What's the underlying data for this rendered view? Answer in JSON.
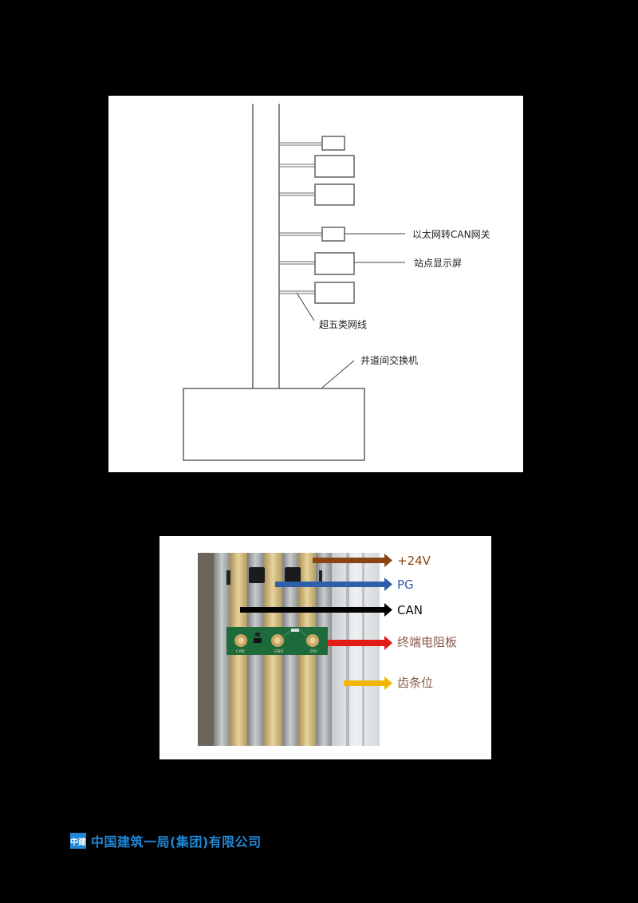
{
  "figure1": {
    "type": "network-topology-diagram",
    "labels": {
      "gateway": "以太网转CAN网关",
      "display": "站点显示屏",
      "cable": "超五类网线",
      "switch": "井道间交换机"
    },
    "devices": [
      {
        "id": "device-1",
        "size": "small"
      },
      {
        "id": "device-2",
        "size": "large"
      },
      {
        "id": "device-3",
        "size": "large"
      },
      {
        "id": "gateway",
        "size": "small"
      },
      {
        "id": "display",
        "size": "large"
      },
      {
        "id": "device-6",
        "size": "large"
      }
    ]
  },
  "figure2": {
    "type": "annotated-photo",
    "arrows": [
      {
        "label": "+24V",
        "color": "#8B4513",
        "text_color": "#8B4513"
      },
      {
        "label": "PG",
        "color": "#2F5FA8",
        "text_color": "#2F5FA8"
      },
      {
        "label": "CAN",
        "color": "#000000",
        "text_color": "#111111"
      },
      {
        "label": "终端电阻板",
        "color": "#E41B17",
        "text_color": "#8a5a4a"
      },
      {
        "label": "齿条位",
        "color": "#F2B705",
        "text_color": "#8a5a4a"
      }
    ],
    "pcb_labels": [
      "CAN",
      "GND",
      "24V"
    ]
  },
  "footer": {
    "logo_text": "中建",
    "company": "中国建筑一局(集团)有限公司",
    "color": "#1E88D8"
  }
}
